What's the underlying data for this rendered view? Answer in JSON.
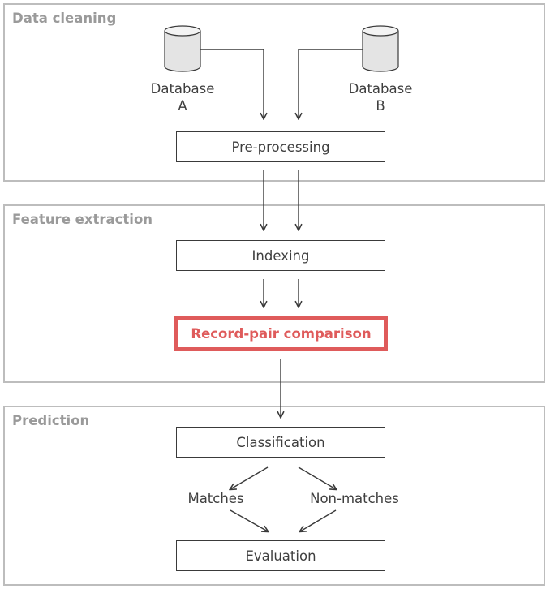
{
  "sections": {
    "data_cleaning": {
      "title": "Data cleaning"
    },
    "feature_extraction": {
      "title": "Feature extraction"
    },
    "prediction": {
      "title": "Prediction"
    }
  },
  "databases": [
    {
      "line1": "Database",
      "line2": "A"
    },
    {
      "line1": "Database",
      "line2": "B"
    }
  ],
  "steps": {
    "preprocessing": "Pre-processing",
    "indexing": "Indexing",
    "comparison": "Record-pair comparison",
    "classification": "Classification",
    "evaluation": "Evaluation"
  },
  "outcomes": {
    "matches": "Matches",
    "non_matches": "Non-matches"
  },
  "colors": {
    "highlight": "#df5b5b",
    "section_border": "#bdbdbd",
    "section_title": "#9a9a9a",
    "text": "#3f3f3f",
    "arrow": "#3a3a3a"
  }
}
